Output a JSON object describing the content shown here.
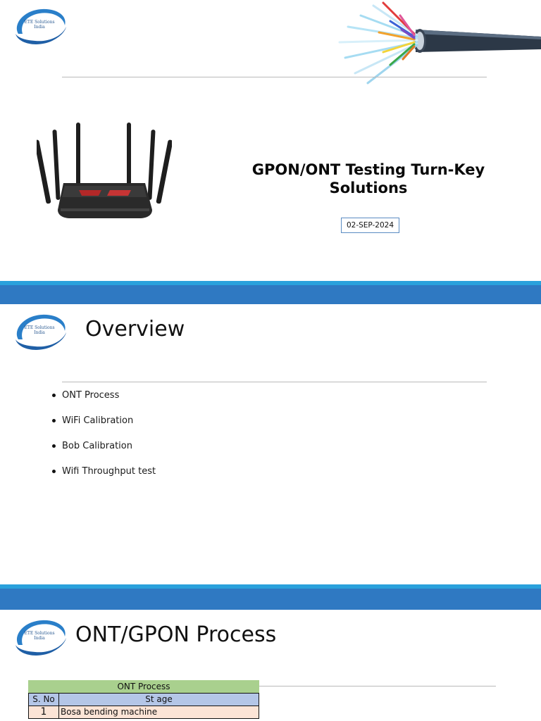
{
  "logo": {
    "line1": "ETE Solutions",
    "line2": "India"
  },
  "slide1": {
    "title": "GPON/ONT Testing Turn-Key Solutions",
    "date": "02-SEP-2024"
  },
  "slide2": {
    "heading": "Overview",
    "bullets": [
      "ONT Process",
      "WiFi Calibration",
      "Bob Calibration",
      "Wifi Throughput test"
    ]
  },
  "slide3": {
    "heading": "ONT/GPON Process",
    "table": {
      "title": "ONT Process",
      "col_sno": "S. No",
      "col_stage": "St age",
      "rows": [
        {
          "sno": "1",
          "stage": "Bosa bending machine"
        }
      ]
    }
  },
  "colors": {
    "band": "#2f79c2",
    "band_highlight": "#2aa1dc",
    "logo_swoosh": "#2a7fc9",
    "table_header": "#a9d08e",
    "table_columns": "#b4c6e7",
    "table_row": "#fce4d6"
  }
}
